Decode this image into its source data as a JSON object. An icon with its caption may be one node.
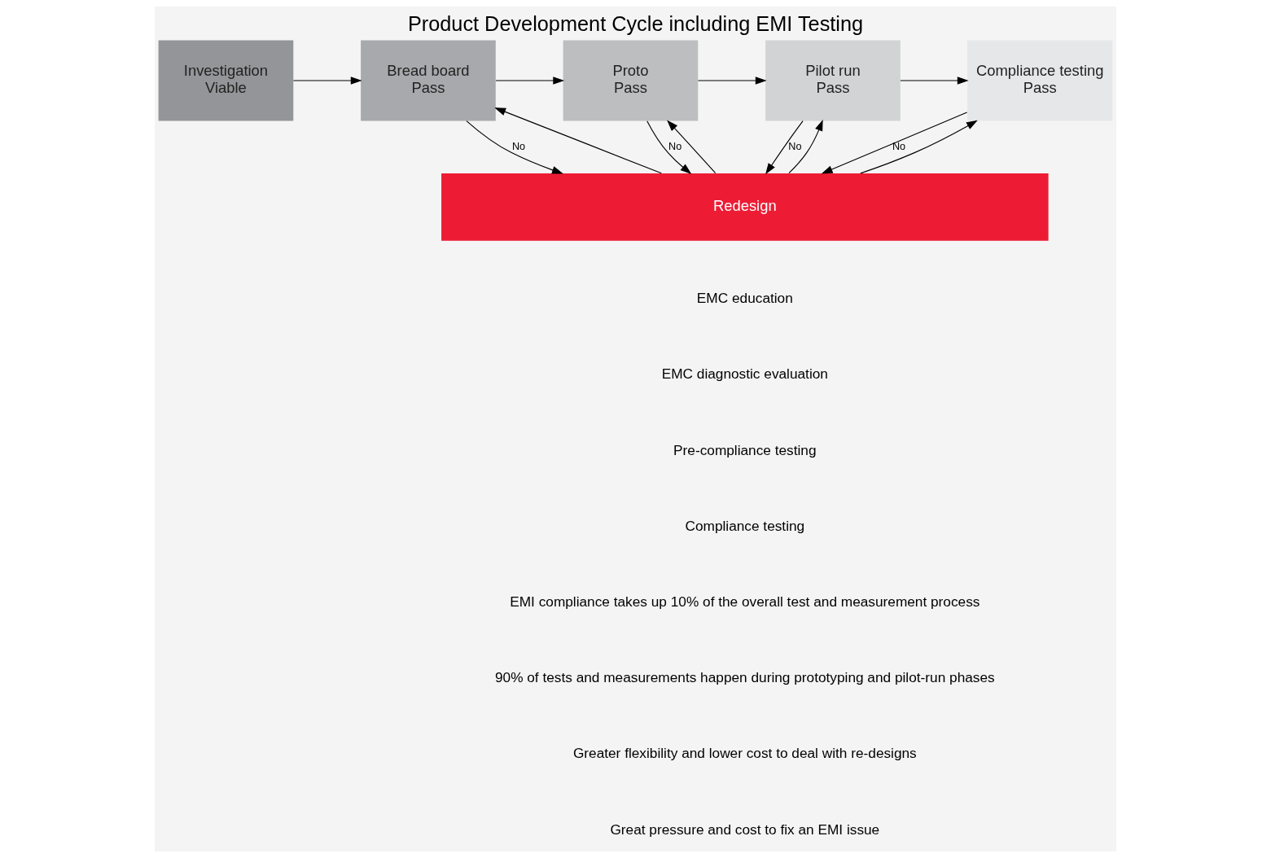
{
  "diagram": {
    "title": "Product Development Cycle including EMI Testing",
    "nodes": [
      {
        "text": [
          "Investigation",
          "Viable"
        ]
      },
      {
        "text": [
          "Bread board",
          "Pass"
        ]
      },
      {
        "text": [
          "Proto",
          "Pass"
        ]
      },
      {
        "text": [
          "Pilot run",
          "Pass"
        ]
      },
      {
        "text": [
          "Compliance testing",
          "Pass"
        ]
      },
      {
        "text": [
          "Redesign"
        ]
      }
    ],
    "edges": [
      {
        "from": 0,
        "to": 1,
        "arrow": "to"
      },
      {
        "from": 1,
        "to": 2,
        "arrow": "to"
      },
      {
        "from": 2,
        "to": 3,
        "arrow": "to"
      },
      {
        "from": 3,
        "to": 4,
        "arrow": "to"
      },
      {
        "from": 1,
        "to": 5,
        "arrow": "to",
        "label": "No"
      },
      {
        "from": 2,
        "to": 5,
        "arrow": "to",
        "label": "No"
      },
      {
        "from": 3,
        "to": 5,
        "arrow": "to",
        "label": "No"
      },
      {
        "from": 4,
        "to": 5,
        "arrow": "to",
        "label": "No"
      },
      {
        "from": 5,
        "to": 1,
        "arrow": "to"
      },
      {
        "from": 5,
        "to": 2,
        "arrow": "to"
      },
      {
        "from": 5,
        "to": 3,
        "arrow": "to"
      },
      {
        "from": 5,
        "to": 4,
        "arrow": "to"
      }
    ],
    "labels": [
      "EMC education",
      "EMC diagnostic evaluation",
      "Pre-compliance testing",
      "Compliance testing",
      "EMI compliance takes up 10% of the overall test and measurement process",
      "90% of tests and measurements happen during prototyping and pilot-run phases",
      "Greater flexibility and lower cost to deal with re-designs",
      "Great pressure and cost to fix an EMI issue"
    ]
  }
}
